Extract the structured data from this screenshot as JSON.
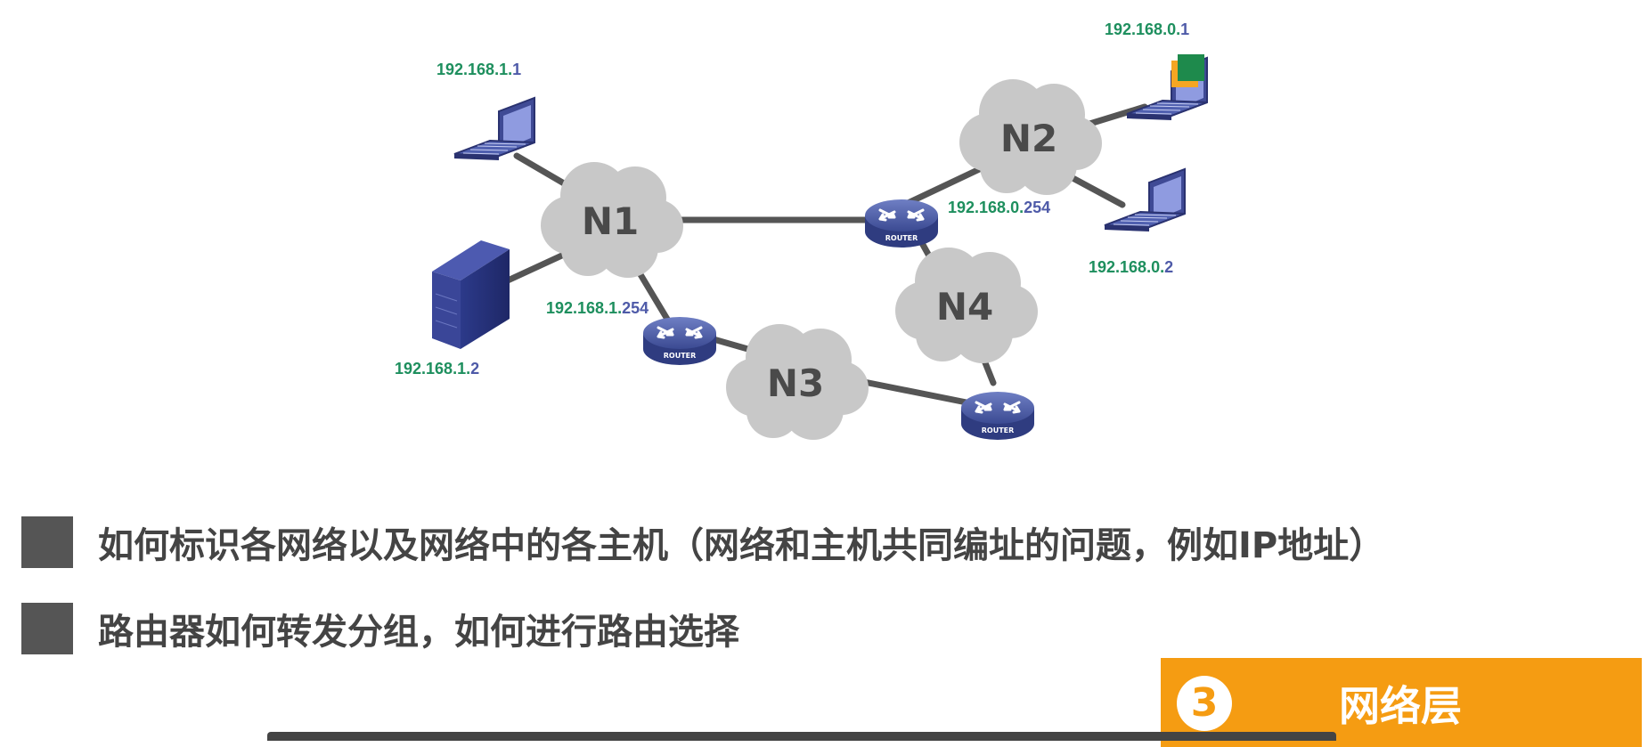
{
  "diagram": {
    "clouds": [
      {
        "id": "N1",
        "label": "N1"
      },
      {
        "id": "N2",
        "label": "N2"
      },
      {
        "id": "N3",
        "label": "N3"
      },
      {
        "id": "N4",
        "label": "N4"
      }
    ],
    "router_label": "ROUTER",
    "ip_labels": {
      "host1": {
        "net": "192.168.1.",
        "host": "1"
      },
      "server": {
        "net": "192.168.1.",
        "host": "2"
      },
      "r1": {
        "net": "192.168.1.",
        "host": "254"
      },
      "host_n2_top": {
        "net": "192.168.0.",
        "host": "1"
      },
      "r2": {
        "net": "192.168.0.",
        "host": "254"
      },
      "host_n2_bottom": {
        "net": "192.168.0.",
        "host": "2"
      }
    }
  },
  "bullets": [
    {
      "text": "如何标识各网络以及网络中的各主机（网络和主机共同编址的问题，例如IP地址）"
    },
    {
      "text": "路由器如何转发分组，如何进行路由选择"
    }
  ],
  "section_badge": {
    "number": "3",
    "title": "网络层"
  },
  "colors": {
    "ip_network_part": "#1e8f5e",
    "ip_host_part": "#4e5aa8",
    "cloud_fill": "#c8c8c8",
    "link": "#555555",
    "router": "#4e5fa8",
    "badge": "#f59c12",
    "bullet_square": "#555555"
  }
}
